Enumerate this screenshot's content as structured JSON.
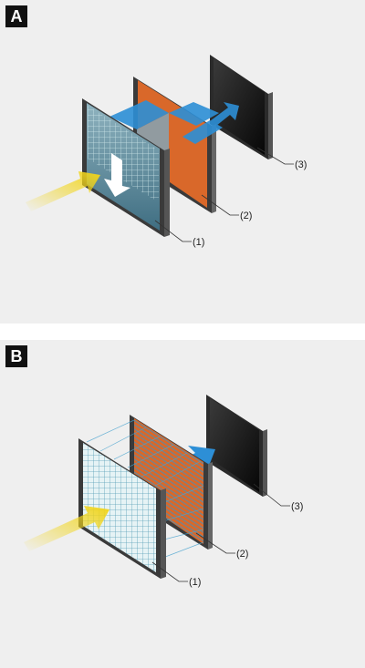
{
  "panel_a": {
    "badge": "A",
    "callouts": {
      "c1": "(1)",
      "c2": "(2)",
      "c3": "(3)"
    }
  },
  "panel_b": {
    "badge": "B",
    "callouts": {
      "c1": "(1)",
      "c2": "(2)",
      "c3": "(3)"
    }
  },
  "colors": {
    "panel_bg": "#efefef",
    "frame": "#3a3a3a",
    "orange_layer": "#d9682a",
    "dark_layer": "#141414",
    "glass_teal": "#5f8a99",
    "light_arrow": "#f2d51a",
    "flow_arrow": "#2d8fd6"
  }
}
